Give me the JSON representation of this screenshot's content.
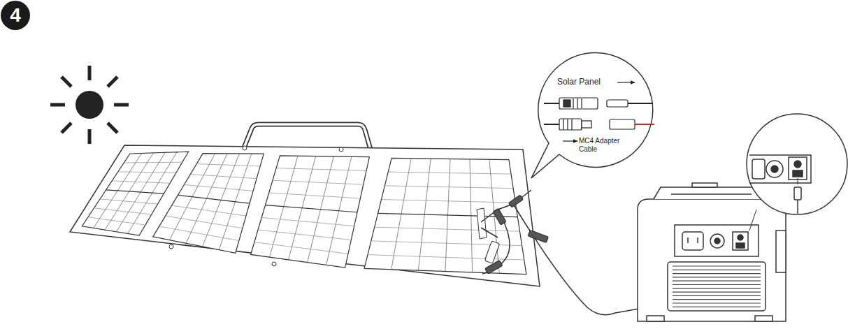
{
  "diagram": {
    "nodes": [
      {
        "text": [
          "4"
        ]
      }
    ],
    "labels": [
      "Solar Panel",
      "MC4 Adapter Cable"
    ]
  }
}
